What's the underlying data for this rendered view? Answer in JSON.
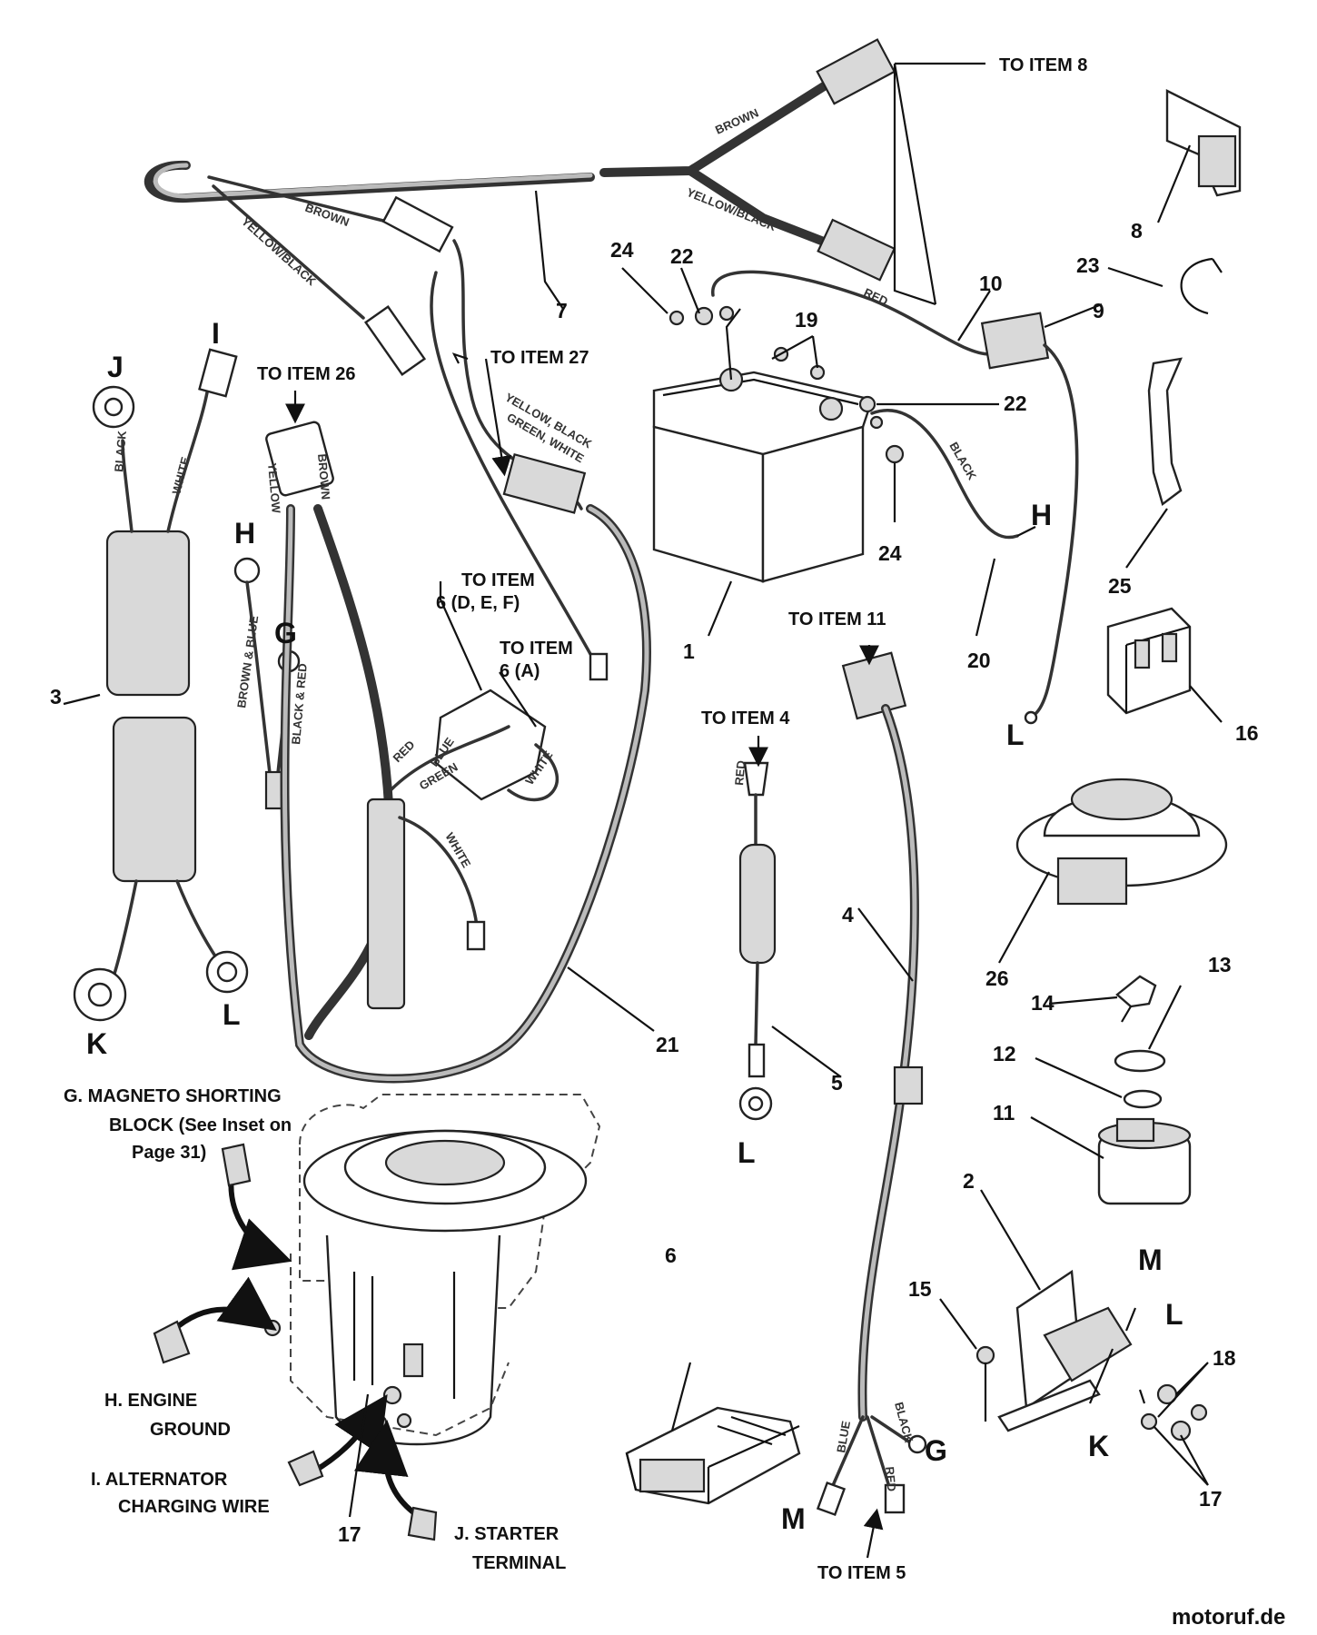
{
  "diagram": {
    "callouts": {
      "to_item_8": "TO ITEM 8",
      "to_item_26": "TO ITEM 26",
      "to_item_27": "TO ITEM 27",
      "to_item_6def_line1": "TO ITEM",
      "to_item_6def_line2": "6 (D, E, F)",
      "to_item_6a_line1": "TO ITEM",
      "to_item_6a_line2": "6 (A)",
      "to_item_11": "TO ITEM 11",
      "to_item_4": "TO ITEM 4",
      "to_item_5": "TO ITEM 5"
    },
    "engine_labels": {
      "g_line1": "G. MAGNETO SHORTING",
      "g_line2": "BLOCK (See Inset on",
      "g_line3": "Page 31)",
      "h_line1": "H. ENGINE",
      "h_line2": "GROUND",
      "i_line1": "I. ALTERNATOR",
      "i_line2": "CHARGING WIRE",
      "j_line1": "J. STARTER",
      "j_line2": "TERMINAL"
    },
    "wire_labels": {
      "brown_top": "BROWN",
      "yellow_black_top": "YELLOW/BLACK",
      "brown_left": "BROWN",
      "yellow_black_left": "YELLOW/BLACK",
      "red_battery": "RED",
      "black_battery": "BLACK",
      "yellow_black_green_white_1": "YELLOW, BLACK",
      "yellow_black_green_white_2": "GREEN, WHITE",
      "yellow_26": "YELLOW",
      "brown_26": "BROWN",
      "black_3": "BLACK",
      "white_3": "WHITE",
      "brown_blue": "BROWN & BLUE",
      "black_red": "BLACK & RED",
      "red_21": "RED",
      "blue_21": "BLUE",
      "green_21": "GREEN",
      "white_21a": "WHITE",
      "white_21b": "WHITE",
      "red_5": "RED",
      "blue_4": "BLUE",
      "red_4": "RED",
      "black_4": "BLACK"
    },
    "item_numbers": [
      "1",
      "2",
      "3",
      "4",
      "5",
      "6",
      "7",
      "8",
      "9",
      "10",
      "11",
      "12",
      "13",
      "14",
      "15",
      "16",
      "17",
      "18",
      "19",
      "20",
      "21",
      "22",
      "23",
      "24",
      "25",
      "26"
    ],
    "letters": {
      "I": "I",
      "J": "J",
      "K": "K",
      "L": "L",
      "H": "H",
      "G": "G",
      "M": "M"
    },
    "watermark": "motoruf.de"
  }
}
